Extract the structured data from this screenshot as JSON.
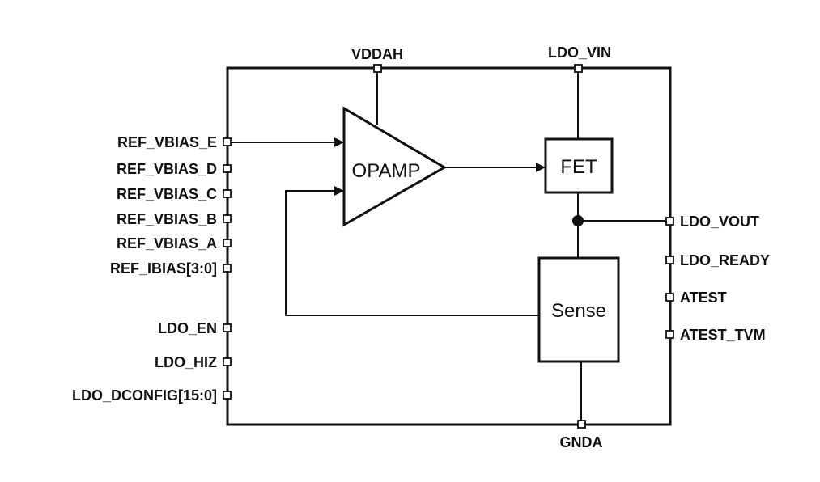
{
  "diagram": {
    "pins_left": {
      "ref_vbias_e": "REF_VBIAS_E",
      "ref_vbias_d": "REF_VBIAS_D",
      "ref_vbias_c": "REF_VBIAS_C",
      "ref_vbias_b": "REF_VBIAS_B",
      "ref_vbias_a": "REF_VBIAS_A",
      "ref_ibias": "REF_IBIAS[3:0]",
      "ldo_en": "LDO_EN",
      "ldo_hiz": "LDO_HIZ",
      "ldo_dconfig": "LDO_DCONFIG[15:0]"
    },
    "pins_right": {
      "ldo_vout": "LDO_VOUT",
      "ldo_ready": "LDO_READY",
      "atest": "ATEST",
      "atest_tvm": "ATEST_TVM"
    },
    "pins_top": {
      "vddah": "VDDAH",
      "ldo_vin": "LDO_VIN"
    },
    "pins_bottom": {
      "gnda": "GNDA"
    },
    "blocks": {
      "opamp": "OPAMP",
      "fet": "FET",
      "sense": "Sense"
    }
  }
}
